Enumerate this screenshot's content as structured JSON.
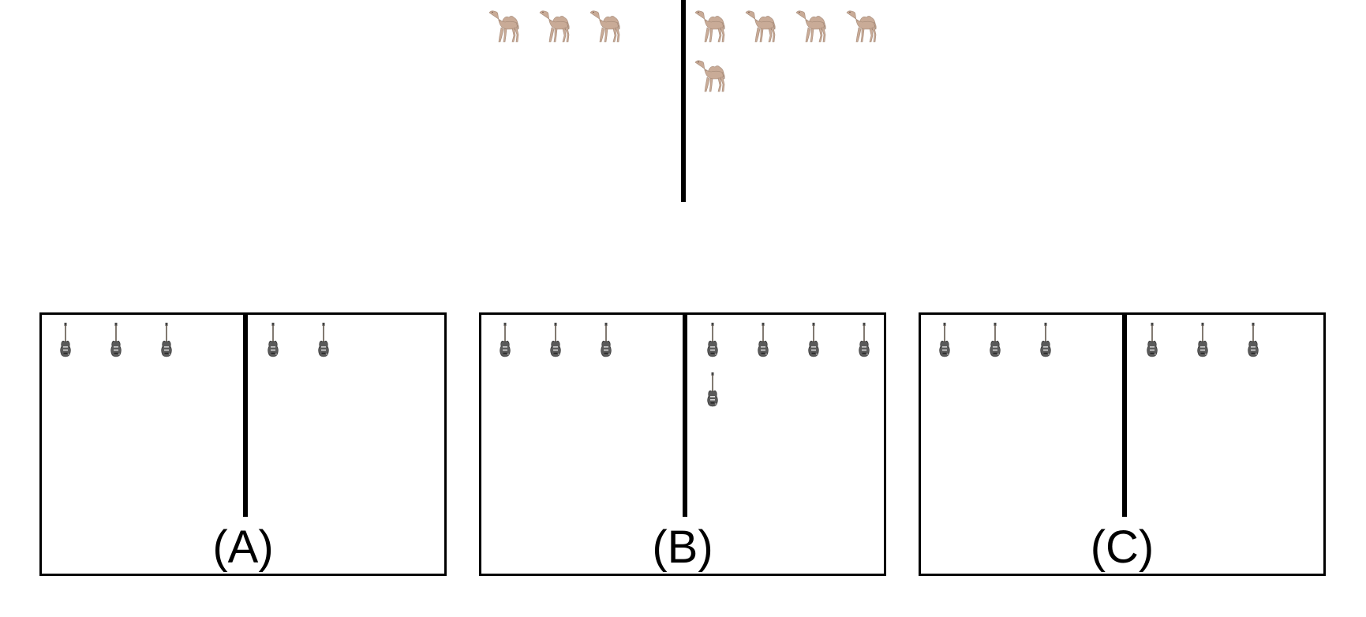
{
  "top": {
    "icon": "camel-icon",
    "left_count": 3,
    "right_count": 5
  },
  "options": [
    {
      "label": "(A)",
      "icon": "guitar-icon",
      "left_count": 3,
      "right_count": 2
    },
    {
      "label": "(B)",
      "icon": "guitar-icon",
      "left_count": 3,
      "right_count": 5
    },
    {
      "label": "(C)",
      "icon": "guitar-icon",
      "left_count": 3,
      "right_count": 3
    }
  ],
  "colors": {
    "camel": "#c9ab97",
    "guitar_body": "#555555",
    "line": "#000000"
  }
}
